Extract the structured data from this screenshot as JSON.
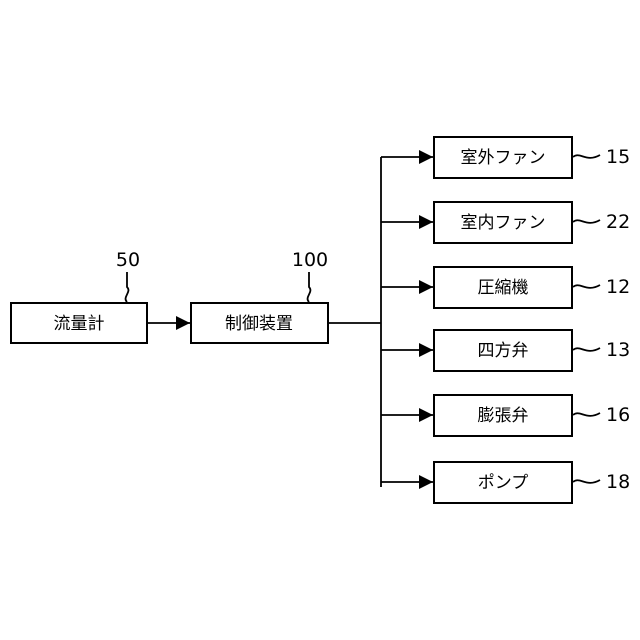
{
  "blocks": {
    "flow_meter": {
      "label": "流量計",
      "ref": "50"
    },
    "controller": {
      "label": "制御装置",
      "ref": "100"
    },
    "outputs": [
      {
        "label": "室外ファン",
        "ref": "15"
      },
      {
        "label": "室内ファン",
        "ref": "22"
      },
      {
        "label": "圧縮機",
        "ref": "12"
      },
      {
        "label": "四方弁",
        "ref": "13"
      },
      {
        "label": "膨張弁",
        "ref": "16"
      },
      {
        "label": "ポンプ",
        "ref": "18"
      }
    ]
  }
}
